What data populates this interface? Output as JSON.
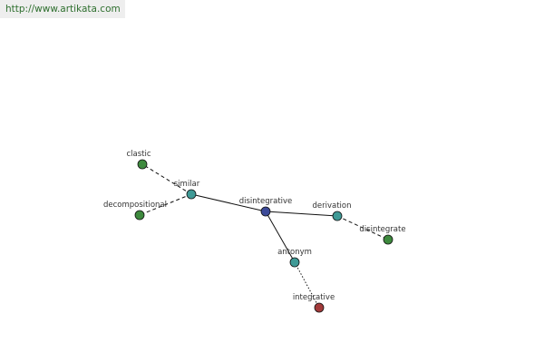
{
  "banner": {
    "url": "http://www.artikata.com"
  },
  "graph": {
    "colors": {
      "center": "#3c4a99",
      "relation": "#3f9a96",
      "word": "#3e8a3e",
      "antonym_word": "#a23a3a",
      "edge": "#111111"
    },
    "nodes": [
      {
        "id": "disintegrative",
        "label": "disintegrative",
        "kind": "center"
      },
      {
        "id": "similar",
        "label": "similar",
        "kind": "relation"
      },
      {
        "id": "derivation",
        "label": "derivation",
        "kind": "relation"
      },
      {
        "id": "antonym",
        "label": "antonym",
        "kind": "relation"
      },
      {
        "id": "clastic",
        "label": "clastic",
        "kind": "word"
      },
      {
        "id": "decompositional",
        "label": "decompositional",
        "kind": "word"
      },
      {
        "id": "disintegrate",
        "label": "disintegrate",
        "kind": "word"
      },
      {
        "id": "integrative",
        "label": "integrative",
        "kind": "antonym_word"
      }
    ],
    "edges": [
      {
        "from": "disintegrative",
        "to": "similar",
        "style": "solid"
      },
      {
        "from": "disintegrative",
        "to": "derivation",
        "style": "solid"
      },
      {
        "from": "disintegrative",
        "to": "antonym",
        "style": "solid"
      },
      {
        "from": "similar",
        "to": "clastic",
        "style": "dashed"
      },
      {
        "from": "similar",
        "to": "decompositional",
        "style": "dashed"
      },
      {
        "from": "derivation",
        "to": "disintegrate",
        "style": "dashed"
      },
      {
        "from": "antonym",
        "to": "integrative",
        "style": "dotted"
      }
    ]
  }
}
